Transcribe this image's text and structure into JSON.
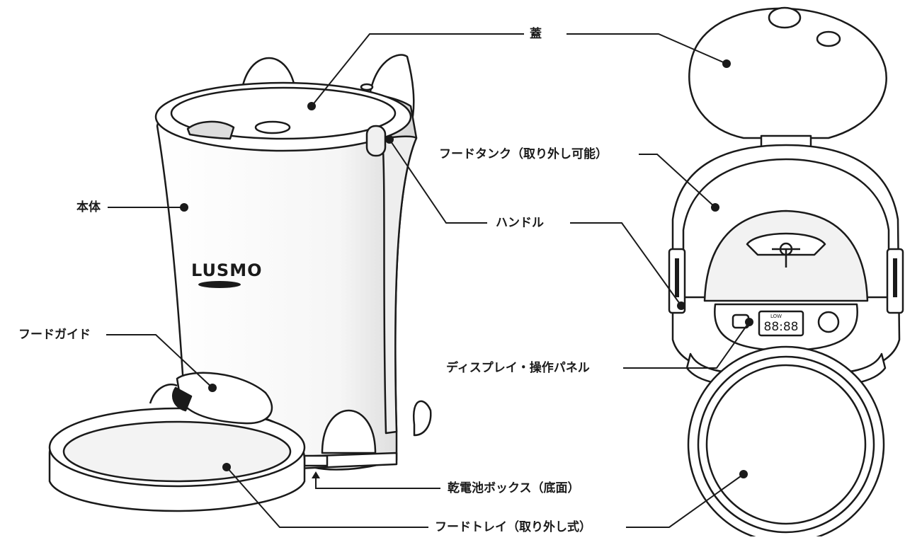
{
  "labels": {
    "lid": "蓋",
    "body": "本体",
    "food_tank": "フードタンク（取り外し可能）",
    "handle": "ハンドル",
    "food_guide": "フードガイド",
    "display_panel": "ディスプレイ・操作パネル",
    "battery_box": "乾電池ボックス（底面）",
    "food_tray": "フードトレイ（取り外し式）"
  },
  "logo": {
    "text": "LUSMO"
  },
  "panel": {
    "display_value": "88:88",
    "low_indicator": "LOW"
  },
  "colors": {
    "line": "#1a1a1a",
    "fill": "#ffffff",
    "shade": "#e8e8e8"
  }
}
